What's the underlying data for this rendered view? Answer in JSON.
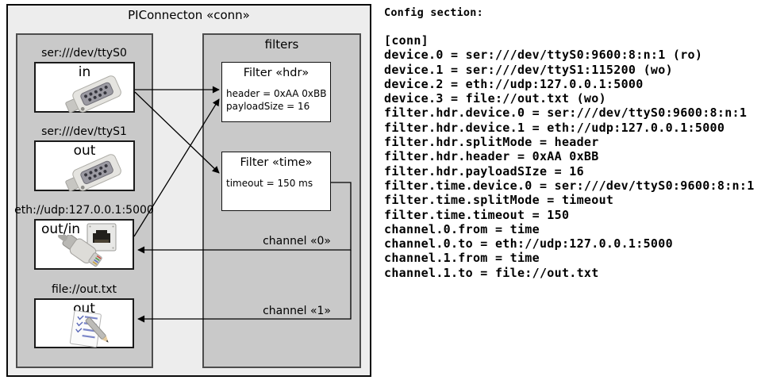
{
  "diagram": {
    "title": "PIConnecton «conn»",
    "filters_panel_title": "filters",
    "devices": [
      {
        "label": "ser:///dev/ttyS0",
        "direction": "in",
        "icon": "serial-connector-icon"
      },
      {
        "label": "ser:///dev/ttyS1",
        "direction": "out",
        "icon": "serial-connector-icon"
      },
      {
        "label": "eth://udp:127.0.0.1:5000",
        "direction": "out/in",
        "icon": "ethernet-connector-icon"
      },
      {
        "label": "file://out.txt",
        "direction": "out",
        "icon": "notepad-icon"
      }
    ],
    "filters": [
      {
        "title": "Filter «hdr»",
        "lines": [
          "header = 0xAA 0xBB",
          "payloadSize = 16"
        ]
      },
      {
        "title": "Filter «time»",
        "lines": [
          "timeout = 150 ms"
        ]
      }
    ],
    "channels": [
      "channel «0»",
      "channel «1»"
    ]
  },
  "config": {
    "heading": "Config section:",
    "lines": [
      "[conn]",
      "device.0 = ser:///dev/ttyS0:9600:8:n:1 (ro)",
      "device.1 = ser:///dev/ttyS1:115200 (wo)",
      "device.2 = eth://udp:127.0.0.1:5000",
      "device.3 = file://out.txt (wo)",
      "filter.hdr.device.0 = ser:///dev/ttyS0:9600:8:n:1",
      "filter.hdr.device.1 = eth://udp:127.0.0.1:5000",
      "filter.hdr.splitMode = header",
      "filter.hdr.header = 0xAA 0xBB",
      "filter.hdr.payloadSIze = 16",
      "filter.time.device.0 = ser:///dev/ttyS0:9600:8:n:1",
      "filter.time.splitMode = timeout",
      "filter.time.timeout = 150",
      "channel.0.from = time",
      "channel.0.to = eth://udp:127.0.0.1:5000",
      "channel.1.from = time",
      "channel.1.to = file://out.txt"
    ]
  },
  "colors": {
    "panel_gray": "#c9c9c9",
    "outer_bg": "#ededed",
    "box_bg": "#ffffff",
    "line": "#000000"
  }
}
